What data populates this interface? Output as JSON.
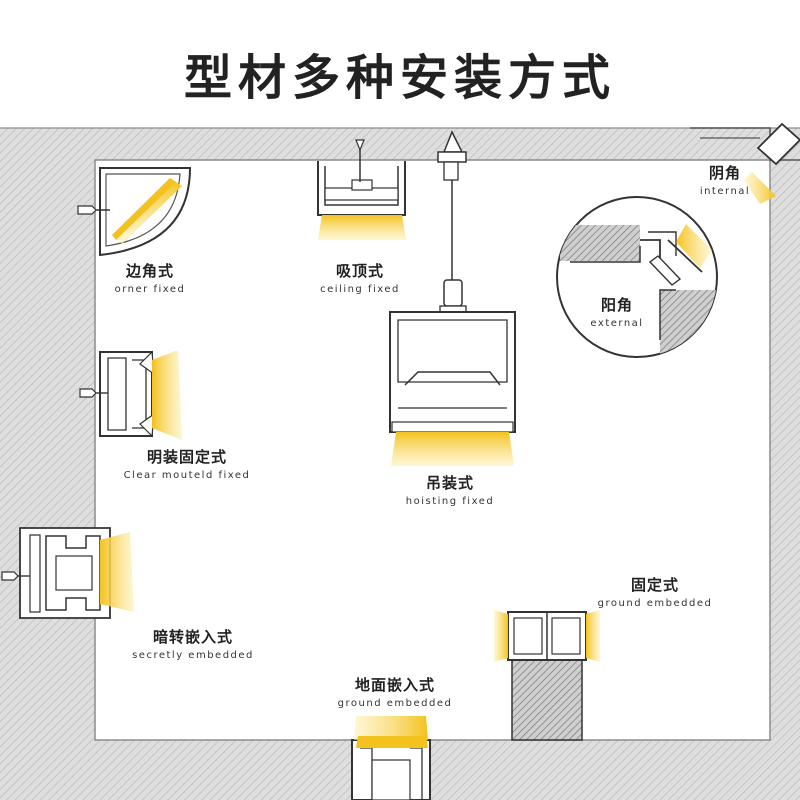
{
  "title": "型材多种安装方式",
  "colors": {
    "wall": "#d9d9d9",
    "wall_line": "#9a9a9a",
    "outline": "#333333",
    "light": "#f6d24a",
    "light_glow": "#fbeaa0",
    "profile": "#ffffff"
  },
  "methods": [
    {
      "id": "corner",
      "zh": "边角式",
      "en": "orner fixed"
    },
    {
      "id": "ceiling",
      "zh": "吸顶式",
      "en": "ceiling fixed"
    },
    {
      "id": "internal",
      "zh": "阴角",
      "en": "internal"
    },
    {
      "id": "external",
      "zh": "阳角",
      "en": "external"
    },
    {
      "id": "clear",
      "zh": "明装固定式",
      "en": "Clear mouteld fixed"
    },
    {
      "id": "hoisting",
      "zh": "吊装式",
      "en": "hoisting fixed"
    },
    {
      "id": "fixed",
      "zh": "固定式",
      "en": "ground embedded"
    },
    {
      "id": "secretly",
      "zh": "暗转嵌入式",
      "en": "secretly embedded"
    },
    {
      "id": "ground",
      "zh": "地面嵌入式",
      "en": "ground embedded"
    }
  ]
}
